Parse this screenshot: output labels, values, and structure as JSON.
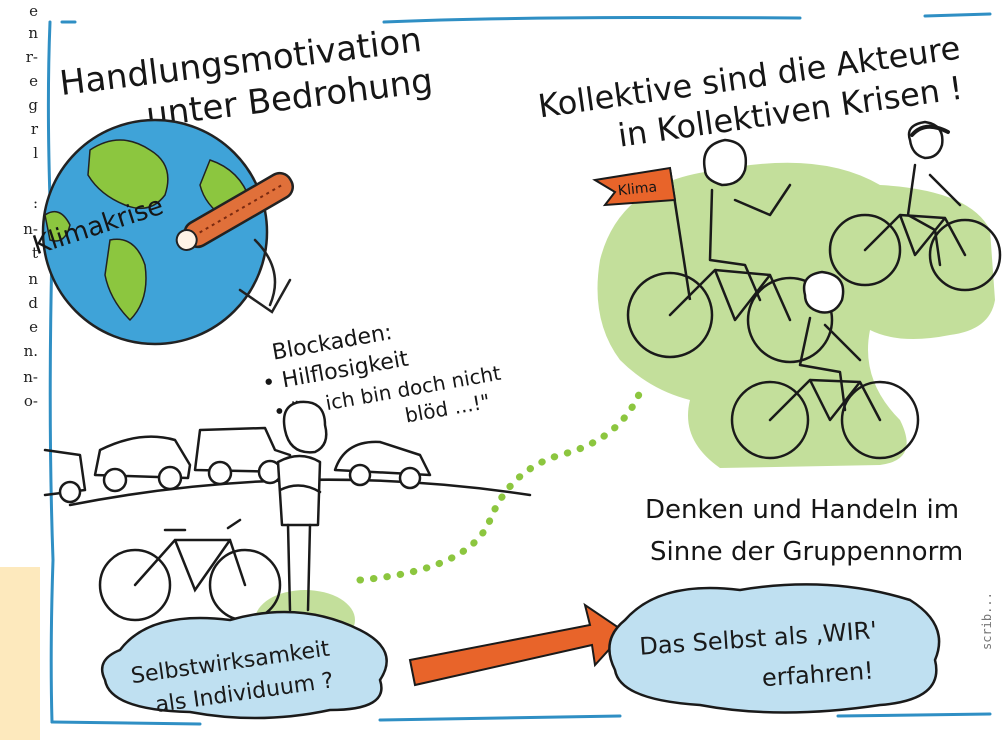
{
  "left_column_fragments": [
    "e",
    "n",
    "r-",
    "e",
    "g",
    "r",
    "l",
    ":",
    "n-",
    "t",
    "n",
    "d",
    "e",
    "n.",
    "n-",
    "o-"
  ],
  "right_edge_credit": "scrib...",
  "titles": {
    "left_line1": "Handlungsmotivation",
    "left_line2": "unter Bedrohung",
    "right_line1": "Kollektive sind die Akteure",
    "right_line2": "in Kollektiven Krisen !"
  },
  "globe": {
    "label": "Klimakrise"
  },
  "blockade": {
    "line1": "Blockaden:",
    "line2": "• Hilflosigkeit",
    "line3": "• \"... ich bin doch nicht",
    "line4": "blöd ...!\""
  },
  "flag": {
    "label": "Klima"
  },
  "group_norm": {
    "line1": "Denken und Handeln im",
    "line2": "Sinne der Gruppennorm"
  },
  "cloud_left": {
    "line1": "Selbstwirksamkeit",
    "line2": "als Individuum ?"
  },
  "cloud_right": {
    "line1": "Das Selbst als ‚WIR'",
    "line2": "erfahren!"
  },
  "colors": {
    "frame_blue": "#2f8fc4",
    "green_blob": "#b9d98a",
    "dot_green": "#8cc63f",
    "cloud_blue": "#bfe0f1",
    "arrow_orange": "#e8642a",
    "ocean": "#3fa3d8",
    "land": "#8cc63f",
    "thermometer": "#e0703a"
  }
}
